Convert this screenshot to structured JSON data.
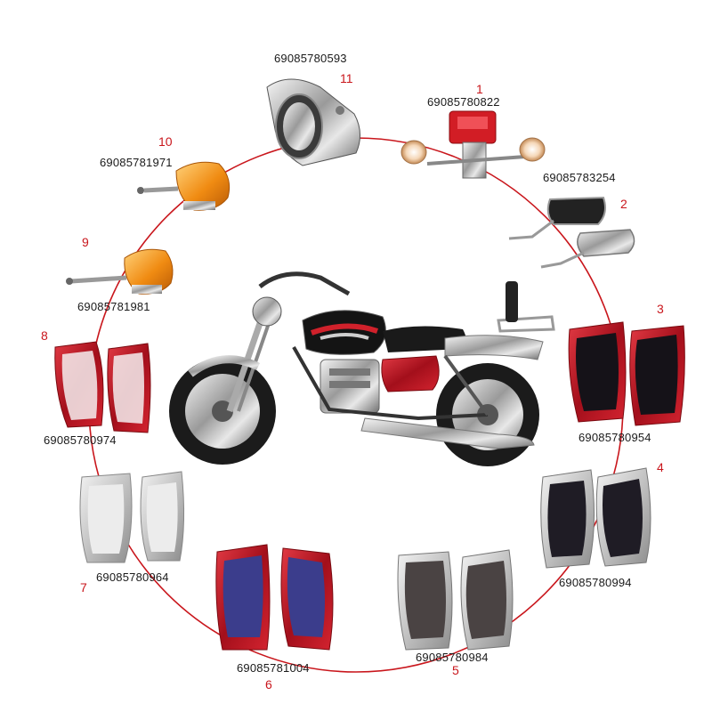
{
  "accent_color": "#c9161c",
  "center_image": "motorcycle",
  "parts": [
    {
      "number": "1",
      "code": "69085780822",
      "part": "tail-light-assembly"
    },
    {
      "number": "2",
      "code": "69085783254",
      "part": "rear-view-mirrors"
    },
    {
      "number": "3",
      "code": "69085780954",
      "part": "side-covers-red-black"
    },
    {
      "number": "4",
      "code": "69085780994",
      "part": "side-covers-silver-black"
    },
    {
      "number": "5",
      "code": "69085780984",
      "part": "side-covers-silver-gray"
    },
    {
      "number": "6",
      "code": "69085781004",
      "part": "side-covers-red-blue"
    },
    {
      "number": "7",
      "code": "69085780964",
      "part": "side-covers-silver"
    },
    {
      "number": "8",
      "code": "69085780974",
      "part": "side-covers-red"
    },
    {
      "number": "9",
      "code": "69085781981",
      "part": "turn-signal-light"
    },
    {
      "number": "10",
      "code": "69085781971",
      "part": "turn-signal-light"
    },
    {
      "number": "11",
      "code": "69085780593",
      "part": "headlight-housing"
    }
  ]
}
